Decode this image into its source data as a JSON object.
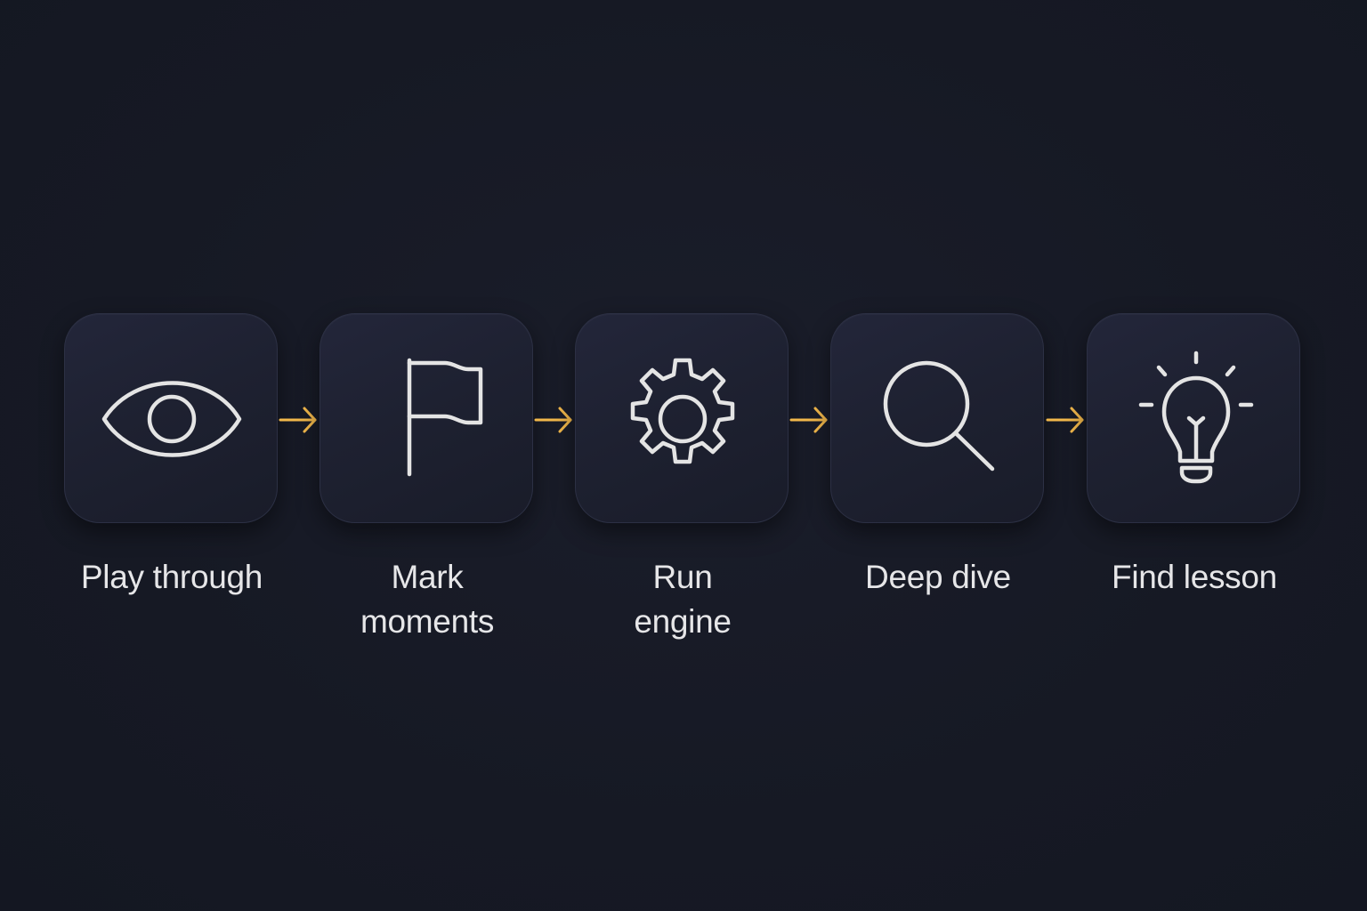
{
  "diagram": {
    "type": "process-flow",
    "accent_color": "#f2b84b",
    "icon_color": "#e4e4e4",
    "background_color": "#171a26",
    "tile_color": "#1f2232",
    "steps": [
      {
        "icon": "eye-icon",
        "label_lines": [
          "Play through"
        ]
      },
      {
        "icon": "flag-icon",
        "label_lines": [
          "Mark",
          "moments"
        ]
      },
      {
        "icon": "gear-icon",
        "label_lines": [
          "Run",
          "engine"
        ]
      },
      {
        "icon": "magnifier-icon",
        "label_lines": [
          "Deep dive"
        ]
      },
      {
        "icon": "lightbulb-icon",
        "label_lines": [
          "Find lesson"
        ]
      }
    ],
    "connectors": [
      {
        "from": 0,
        "to": 1,
        "icon": "arrow-right-icon"
      },
      {
        "from": 1,
        "to": 2,
        "icon": "arrow-right-icon"
      },
      {
        "from": 2,
        "to": 3,
        "icon": "arrow-right-icon"
      },
      {
        "from": 3,
        "to": 4,
        "icon": "arrow-right-icon"
      }
    ]
  }
}
